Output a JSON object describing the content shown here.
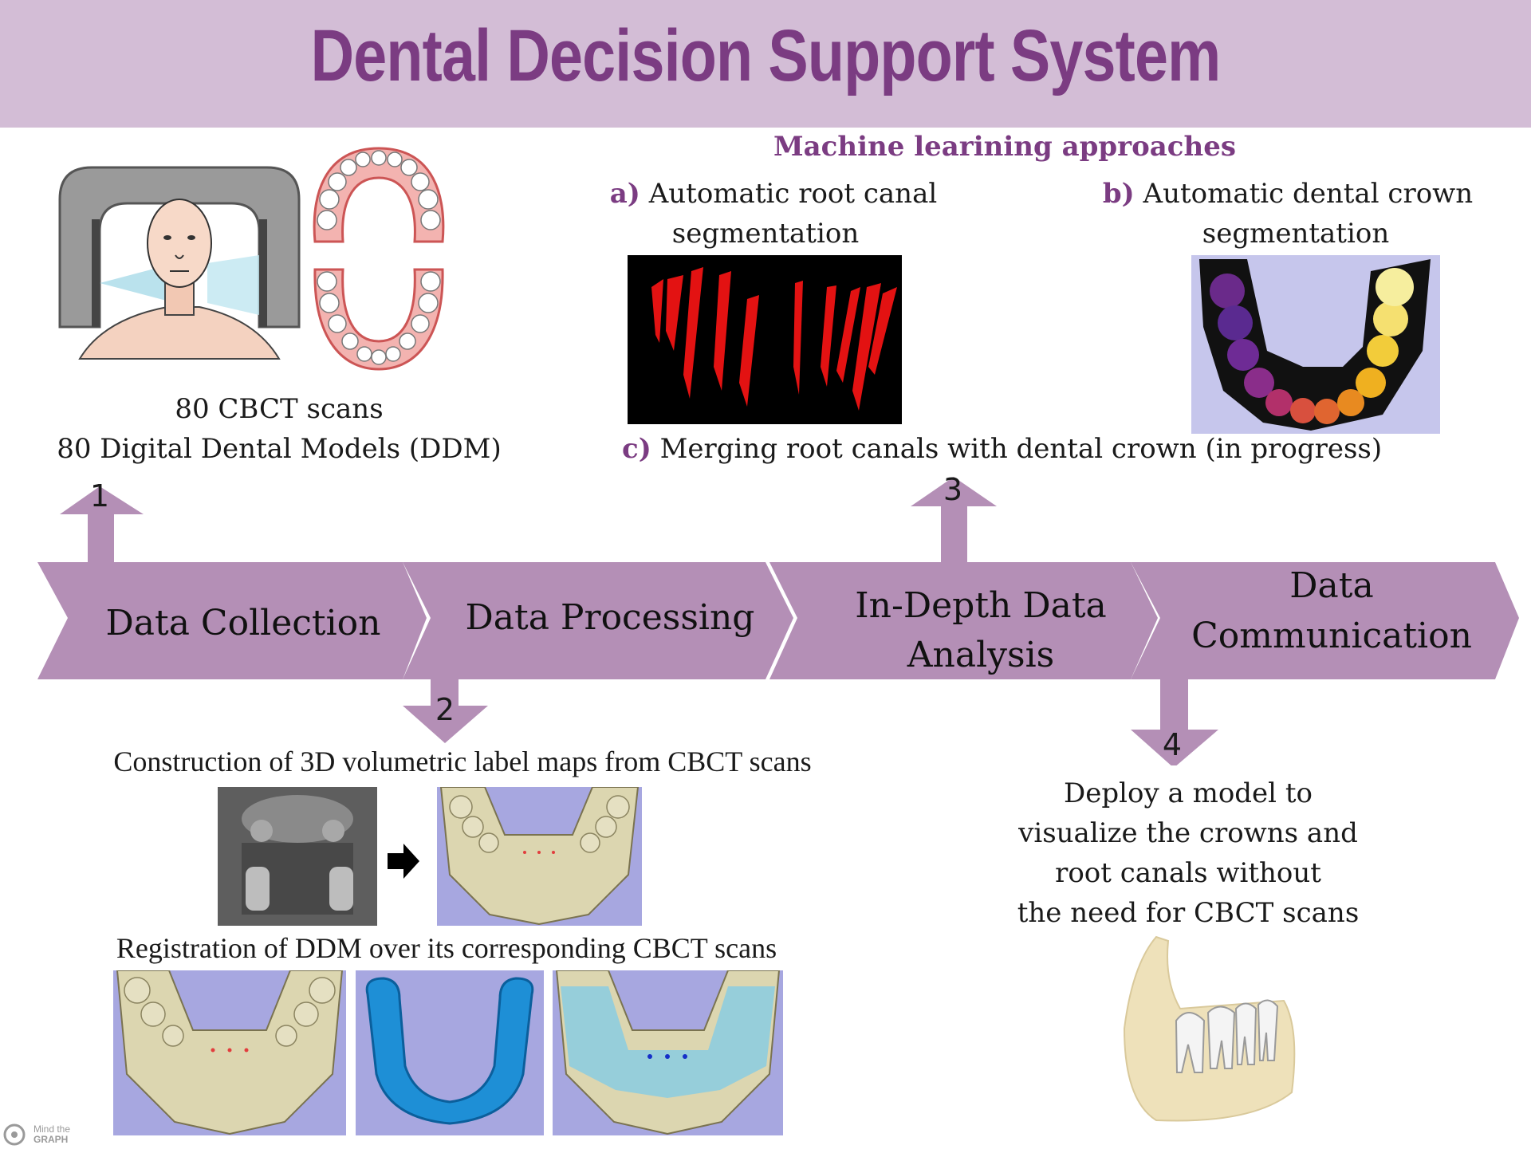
{
  "header": {
    "title": "Dental Decision Support System"
  },
  "ml": {
    "title": "Machine learining approaches",
    "a_letter": "a)",
    "a_text_line1": "Automatic root canal",
    "a_text_line2": "segmentation",
    "b_letter": "b)",
    "b_text_line1": "Automatic dental crown",
    "b_text_line2": "segmentation",
    "c_letter": "c)",
    "c_text": "Merging root canals with dental crown (in progress)"
  },
  "collection": {
    "line1": "80 CBCT scans",
    "line2": "80 Digital Dental Models (DDM)"
  },
  "steps": [
    {
      "label": "Data Collection",
      "number": "1"
    },
    {
      "label": "Data Processing",
      "number": "2"
    },
    {
      "label_line1": "In-Depth Data",
      "label_line2": "Analysis",
      "number": "3"
    },
    {
      "label_line1": "Data",
      "label_line2": "Communication",
      "number": "4"
    }
  ],
  "processing": {
    "caption1": "Construction of 3D volumetric label maps from CBCT scans",
    "caption2": "Registration of DDM over its corresponding CBCT scans"
  },
  "communication": {
    "lines": [
      "Deploy a model to",
      "visualize the crowns and",
      "root canals without",
      "the need for CBCT scans"
    ]
  },
  "footer": {
    "logo_line1": "Mind the",
    "logo_line2": "GRAPH"
  },
  "colors": {
    "header_bg": "#d3bdd6",
    "title": "#7b3c82",
    "arrow": "#b48fb6"
  }
}
